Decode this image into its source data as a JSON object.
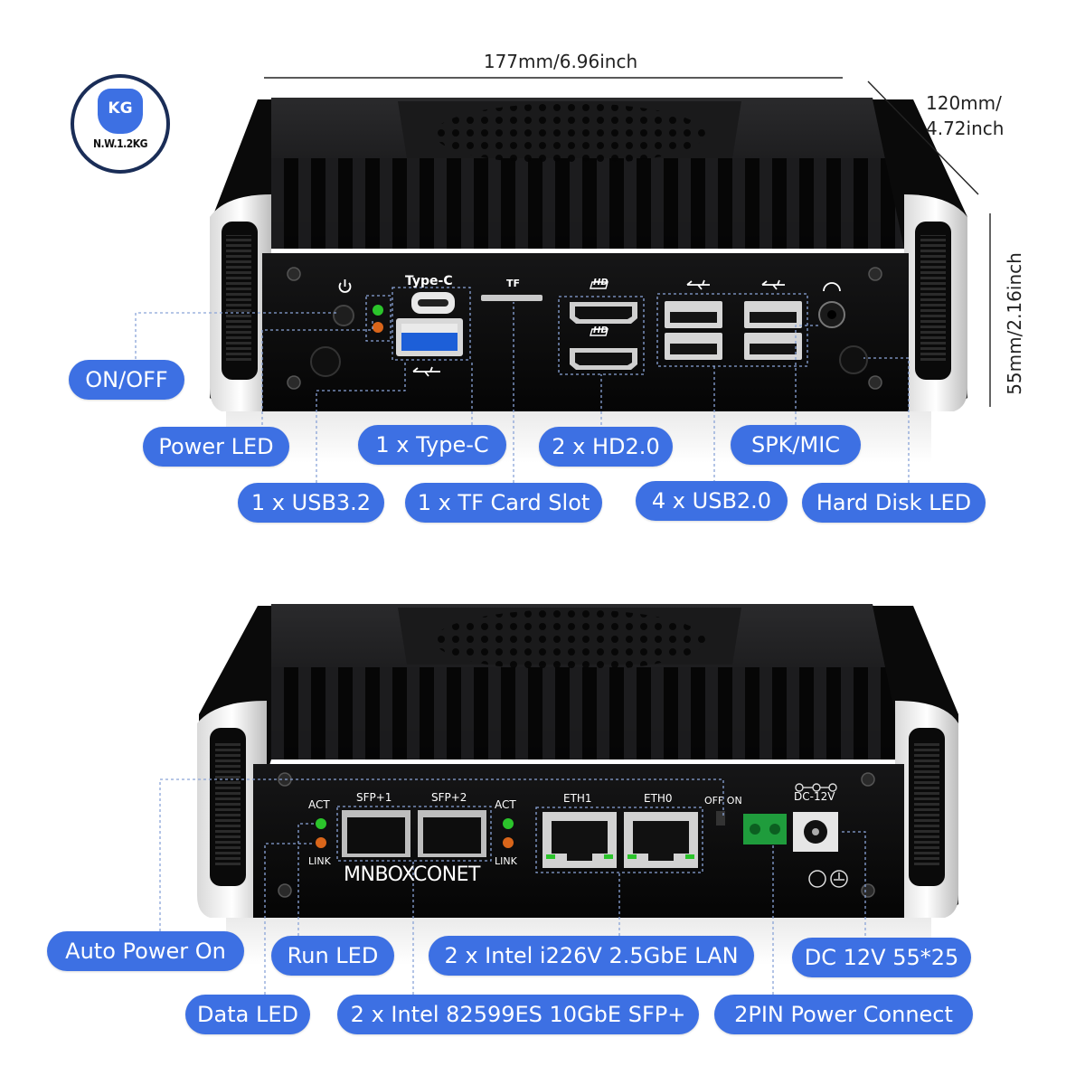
{
  "weight": {
    "unit": "KG",
    "net_weight": "N.W.1.2KG"
  },
  "dimensions": {
    "width": "177mm/6.96inch",
    "depth_line1": "120mm/",
    "depth_line2": "4.72inch",
    "height": "55mm/2.16inch"
  },
  "front_panel": {
    "port_labels": {
      "type_c": "Type-C",
      "tf": "TF",
      "hd": "HD"
    },
    "callouts": {
      "on_off": "ON/OFF",
      "power_led": "Power LED",
      "type_c": "1 x Type-C",
      "hd": "2 x HD2.0",
      "spk_mic": "SPK/MIC",
      "usb32": "1 x USB3.2",
      "tf_slot": "1 x TF Card Slot",
      "usb20": "4 x USB2.0",
      "hdd_led": "Hard Disk LED"
    }
  },
  "rear_panel": {
    "port_labels": {
      "act_left": "ACT",
      "link_left": "LINK",
      "sfp1": "SFP+1",
      "sfp2": "SFP+2",
      "act_right": "ACT",
      "link_right": "LINK",
      "eth1": "ETH1",
      "eth0": "ETH0",
      "off_on": "OFF ON",
      "dc": "DC-12V",
      "brand": "MNBOXCONET"
    },
    "callouts": {
      "auto_power": "Auto Power On",
      "run_led": "Run LED",
      "lan": "2 x Intel i226V 2.5GbE LAN",
      "dc": "DC 12V 55*25",
      "data_led": "Data LED",
      "sfp": "2 x Intel 82599ES 10GbE SFP+",
      "power_connect": "2PIN Power Connect"
    }
  },
  "colors": {
    "callout": "#3d70e3",
    "guide_line": "#8aa4d8",
    "chassis": "#111111",
    "led_green": "#2bc42b",
    "led_orange": "#d9651a",
    "terminal_green": "#1f9c3c"
  }
}
